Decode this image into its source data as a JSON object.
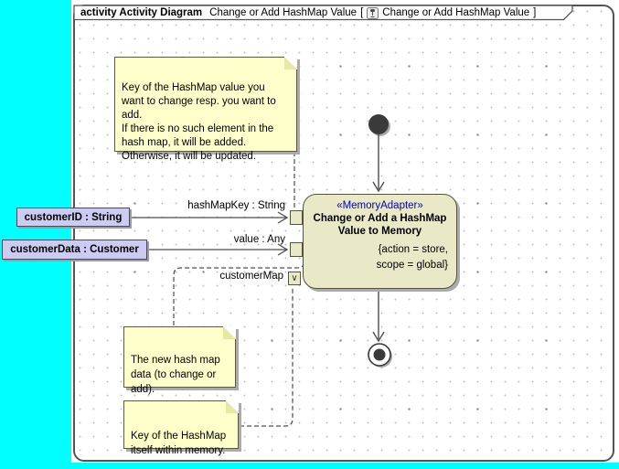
{
  "title": {
    "keyword": "activity Activity Diagram",
    "diagram_name": "Change or Add HashMap Value",
    "bracket_open": "[",
    "context_name": "Change or Add HashMap Value",
    "bracket_close": "]"
  },
  "notes": {
    "hashmap_key_note": "Key of the HashMap value you\nwant to change resp. you want to\nadd.\nIf there is no such element in the\nhash map, it will be added.\nOtherwise, it will be updated.",
    "new_data_note": "The new hash map\ndata (to change or\nadd).",
    "key_memory_note": "Key of the HashMap\nitself within memory."
  },
  "action": {
    "stereotype": "«MemoryAdapter»",
    "name": "Change or Add a HashMap\nValue to Memory",
    "tags": "{action = store,\nscope = global}"
  },
  "pins": {
    "hash_map_key_label": "hashMapKey : String",
    "value_label": "value : Any",
    "customer_map_label": "customerMap",
    "customer_map_glyph": "∨"
  },
  "parameters": {
    "customer_id": "customerID : String",
    "customer_data": "customerData : Customer"
  },
  "colors": {
    "canvas_cyan": "#00FFFF",
    "note_fill": "#FFFFCC",
    "action_fill": "#E9E9C8",
    "parameter_fill": "#CCCCF2",
    "stereotype_blue": "#0000C0",
    "edge": "#4D4D4D"
  }
}
